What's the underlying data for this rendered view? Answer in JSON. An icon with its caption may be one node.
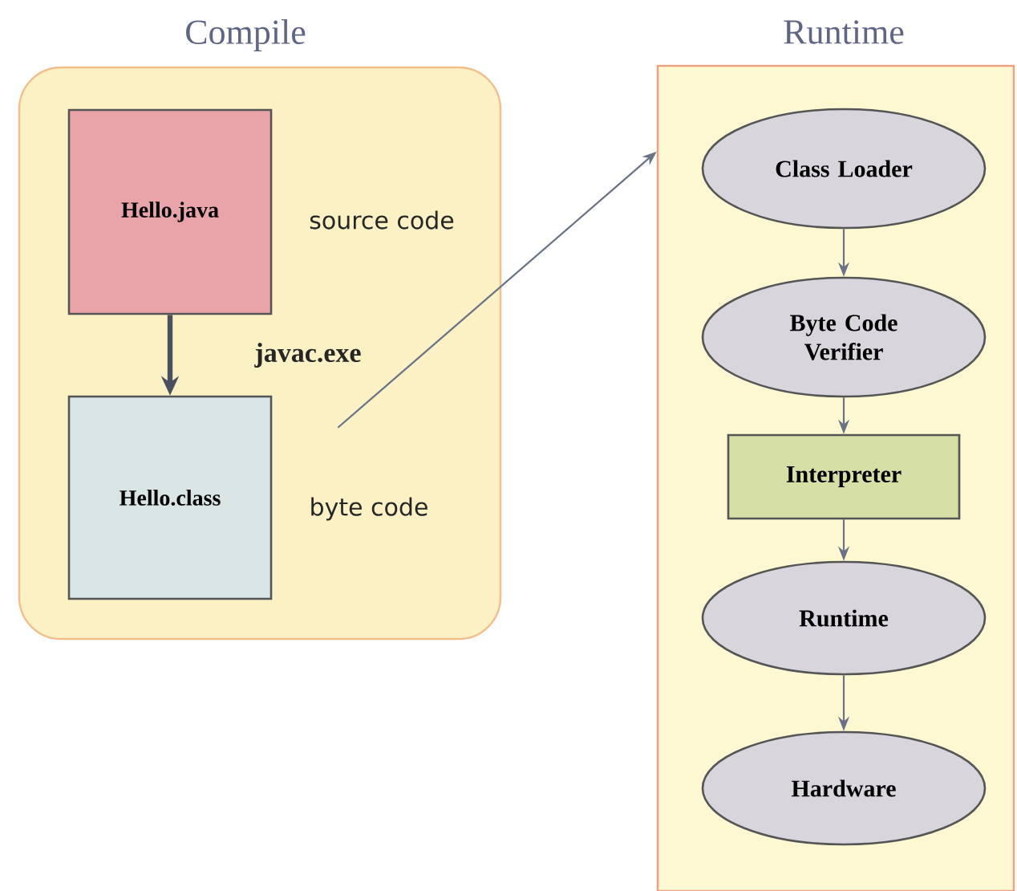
{
  "diagram": {
    "nodes": [
      {
        "text": [
          "Compile"
        ]
      },
      {
        "text": [
          "Hello.java"
        ],
        "in": 0,
        "beside": [
          "source code"
        ]
      },
      {
        "text": [
          "Hello.class"
        ],
        "in": 0,
        "beside": [
          "byte code"
        ]
      },
      {
        "text": [
          "Runtime"
        ]
      },
      {
        "text": [
          "Class Loader"
        ],
        "in": 3
      },
      {
        "text": [
          "Byte Code Verifier"
        ],
        "in": 3
      },
      {
        "text": [
          "Interpreter"
        ],
        "in": 3
      },
      {
        "text": [
          "Runtime"
        ],
        "in": 3
      },
      {
        "text": [
          "Hardware"
        ],
        "in": 3
      }
    ],
    "edges": [
      {
        "from": 1,
        "to": 2,
        "arrow": "to",
        "label": "javac.exe",
        "style": "thick"
      },
      {
        "from": 2,
        "to": 3,
        "arrow": "to"
      },
      {
        "from": 4,
        "to": 5,
        "arrow": "to"
      },
      {
        "from": 5,
        "to": 6,
        "arrow": "to"
      },
      {
        "from": 6,
        "to": 7,
        "arrow": "to"
      },
      {
        "from": 7,
        "to": 8,
        "arrow": "to"
      }
    ]
  }
}
